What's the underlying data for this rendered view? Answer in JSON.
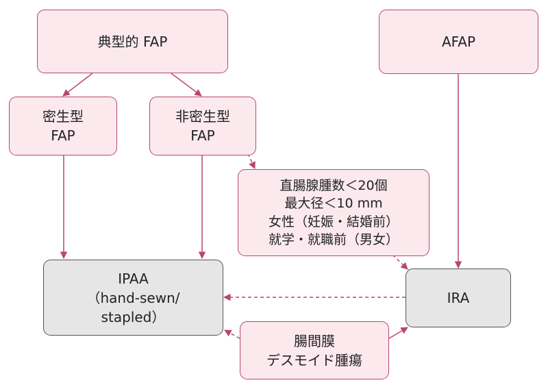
{
  "colors": {
    "node_fill": "#fbe9ee",
    "node_border": "#b9476b",
    "terminal_fill": "#e6e6e6",
    "terminal_border": "#555555",
    "arrow": "#b9476b"
  },
  "nodes": {
    "typical_fap": {
      "label": "典型的 FAP"
    },
    "afap": {
      "label": "AFAP"
    },
    "dense_fap": {
      "line1": "密生型",
      "line2": "FAP"
    },
    "sparse_fap": {
      "line1": "非密生型",
      "line2": "FAP"
    },
    "criteria": {
      "line1": "直腸腺腫数＜20個",
      "line2": "最大径＜10 mm",
      "line3": "女性（妊娠・結婚前）",
      "line4": "就学・就職前（男女）"
    },
    "ipaa": {
      "line1": "IPAA",
      "line2": "（hand-sewn/",
      "line3": "stapled）"
    },
    "ira": {
      "label": "IRA"
    },
    "desmoid": {
      "line1": "腸間膜",
      "line2": "デスモイド腫瘍"
    }
  },
  "edges": [
    {
      "from": "典型的 FAP",
      "to": "密生型 FAP",
      "style": "solid"
    },
    {
      "from": "典型的 FAP",
      "to": "非密生型 FAP",
      "style": "solid"
    },
    {
      "from": "密生型 FAP",
      "to": "IPAA",
      "style": "solid"
    },
    {
      "from": "非密生型 FAP",
      "to": "IPAA",
      "style": "solid"
    },
    {
      "from": "非密生型 FAP",
      "to": "直腸腺腫数＜20個",
      "style": "dashed"
    },
    {
      "from": "直腸腺腫数＜20個",
      "to": "IRA",
      "style": "dashed"
    },
    {
      "from": "AFAP",
      "to": "IRA",
      "style": "solid"
    },
    {
      "from": "IRA",
      "to": "IPAA",
      "style": "dashed"
    },
    {
      "from": "腸間膜 デスモイド腫瘍",
      "to": "IPAA",
      "style": "dashed"
    },
    {
      "from": "腸間膜 デスモイド腫瘍",
      "to": "IRA",
      "style": "solid"
    }
  ]
}
